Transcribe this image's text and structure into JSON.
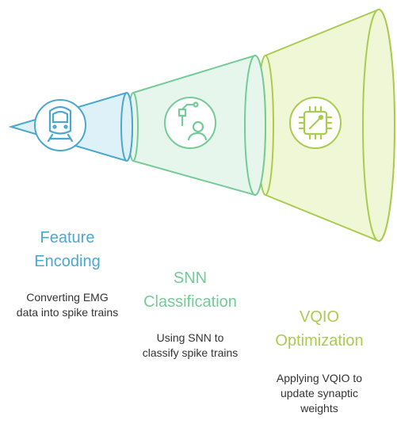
{
  "colors": {
    "stage1": "#4aa8cf",
    "stage1_fill": "#dff1f8",
    "stage2": "#75cb98",
    "stage2_fill": "#e6f6ec",
    "stage3": "#a9cc4e",
    "stage3_fill": "#f0f7d6",
    "text": "#333333"
  },
  "stages": [
    {
      "icon": "train-icon",
      "title_lines": [
        "Feature",
        "Encoding"
      ],
      "desc_lines": [
        "Converting EMG",
        "data into spike trains"
      ]
    },
    {
      "icon": "robot-arm-user-icon",
      "title_lines": [
        "SNN",
        "Classification"
      ],
      "desc_lines": [
        "Using SNN to",
        "classify spike trains"
      ]
    },
    {
      "icon": "chip-icon",
      "title_lines": [
        "VQIO",
        "Optimization"
      ],
      "desc_lines": [
        "Applying VQIO to",
        "update synaptic",
        "weights"
      ]
    }
  ]
}
